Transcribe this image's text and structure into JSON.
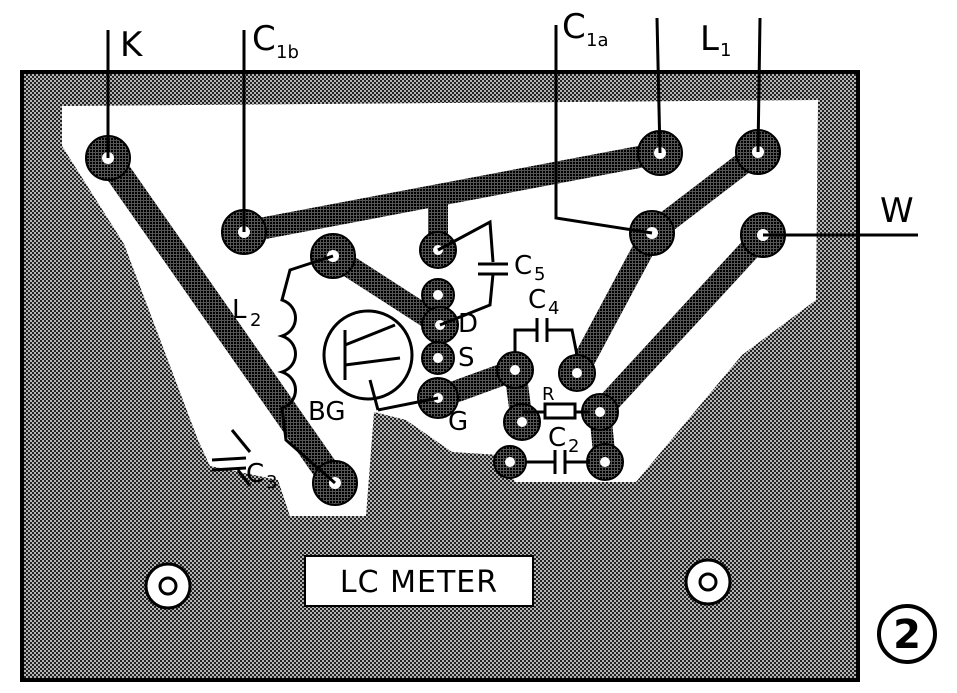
{
  "figure": {
    "number": "2",
    "board_label": "LC METER"
  },
  "terminals": {
    "k": "K",
    "c1b_main": "C",
    "c1b_sub": "1b",
    "c1a_main": "C",
    "c1a_sub": "1a",
    "l1_main": "L",
    "l1_sub": "1",
    "w": "W"
  },
  "components": {
    "l2_main": "L",
    "l2_sub": "2",
    "c5_main": "C",
    "c5_sub": "5",
    "c4_main": "C",
    "c4_sub": "4",
    "c2_main": "C",
    "c2_sub": "2",
    "c3_main": "C",
    "c3_sub": "3",
    "r": "R",
    "d": "D",
    "s": "S",
    "g": "G",
    "bg": "BG"
  },
  "colors": {
    "board": "#8a8a8a",
    "trace": "#3a3a3a",
    "ink": "#000000",
    "paper": "#ffffff"
  }
}
